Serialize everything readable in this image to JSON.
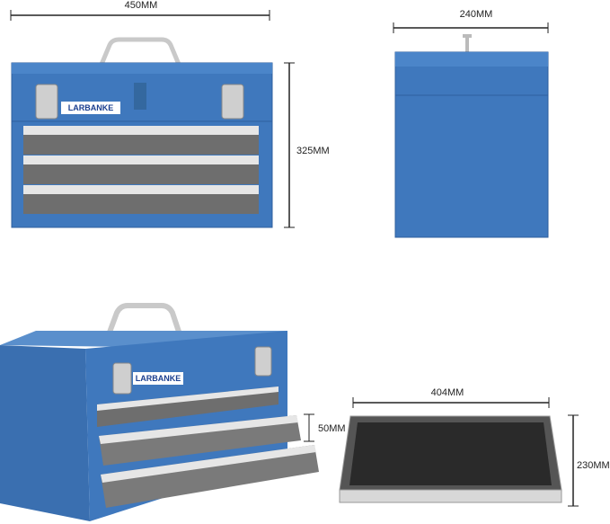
{
  "dimensions": {
    "width": "450MM",
    "height": "325MM",
    "depth": "240MM",
    "drawer_height": "50MM",
    "tray_width": "404MM",
    "tray_depth": "230MM"
  },
  "brand": {
    "logo_text": "LARBANKE"
  },
  "colors": {
    "body": "#3f78bd",
    "body_dark": "#2f5f9e",
    "drawer": "#6e6e6e",
    "handle": "#d8d8d8",
    "tray": "#2a2a2a"
  }
}
